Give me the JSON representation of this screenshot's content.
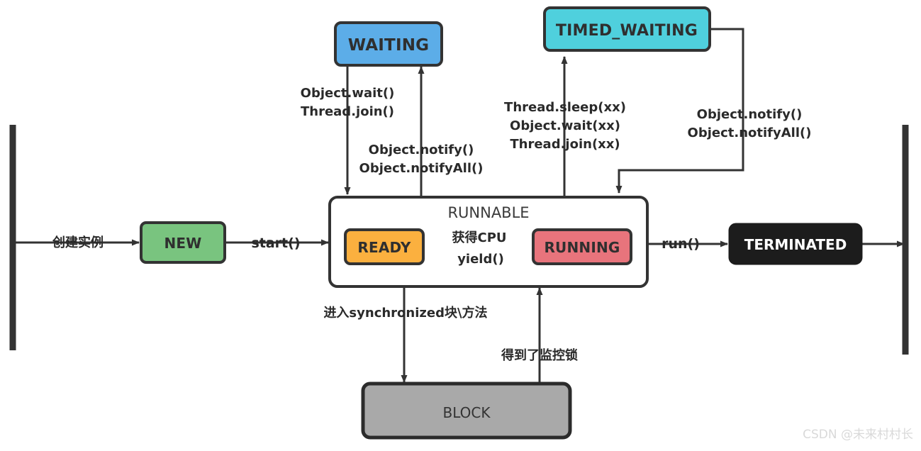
{
  "diagram": {
    "title": "Java Thread State Transition Diagram",
    "colors": {
      "stroke": "#333333",
      "background": "#ffffff",
      "new": "#79c47f",
      "waiting": "#5cade8",
      "timed_waiting": "#4fd0dd",
      "ready": "#fbb03f",
      "running": "#e8747c",
      "block": "#a9a9a9",
      "terminated": "#1c1c1c",
      "terminated_text": "#ffffff",
      "node_text": "#2f2f2f",
      "edge_text": "#2a2a2a",
      "watermark": "#d9d9d9"
    },
    "nodes": [
      {
        "id": "start-bar",
        "label": "",
        "kind": "bar"
      },
      {
        "id": "new",
        "label": "NEW",
        "kind": "state"
      },
      {
        "id": "waiting",
        "label": "WAITING",
        "kind": "state"
      },
      {
        "id": "timed-waiting",
        "label": "TIMED_WAITING",
        "kind": "state"
      },
      {
        "id": "runnable",
        "label": "RUNNABLE",
        "kind": "composite"
      },
      {
        "id": "ready",
        "label": "READY",
        "kind": "state"
      },
      {
        "id": "running",
        "label": "RUNNING",
        "kind": "state"
      },
      {
        "id": "block",
        "label": "BLOCK",
        "kind": "state"
      },
      {
        "id": "terminated",
        "label": "TERMINATED",
        "kind": "state"
      },
      {
        "id": "end-bar",
        "label": "",
        "kind": "bar"
      }
    ],
    "edges": [
      {
        "id": "create-instance",
        "from": "start-bar",
        "to": "new",
        "label": "创建实例"
      },
      {
        "id": "start",
        "from": "new",
        "to": "runnable",
        "label": "start()"
      },
      {
        "id": "to-waiting",
        "from": "runnable",
        "to": "waiting",
        "label_lines": [
          "Object.wait()",
          "Thread.join()"
        ]
      },
      {
        "id": "from-waiting",
        "from": "waiting",
        "to": "runnable",
        "label_lines": [
          "Object.notify()",
          "Object.notifyAll()"
        ]
      },
      {
        "id": "to-timed-waiting",
        "from": "runnable",
        "to": "timed-waiting",
        "label_lines": [
          "Thread.sleep(xx)",
          "Object.wait(xx)",
          "Thread.join(xx)"
        ]
      },
      {
        "id": "from-timed-waiting",
        "from": "timed-waiting",
        "to": "runnable",
        "label_lines": [
          "Object.notify()",
          "Object.notifyAll()"
        ]
      },
      {
        "id": "get-cpu",
        "from": "ready",
        "to": "running",
        "label": "获得CPU"
      },
      {
        "id": "yield",
        "from": "running",
        "to": "ready",
        "label": "yield()"
      },
      {
        "id": "to-block",
        "from": "runnable",
        "to": "block",
        "label": "进入synchronized块\\方法"
      },
      {
        "id": "from-block",
        "from": "block",
        "to": "runnable",
        "label": "得到了监控锁"
      },
      {
        "id": "run",
        "from": "runnable",
        "to": "terminated",
        "label": "run()"
      },
      {
        "id": "to-end",
        "from": "terminated",
        "to": "end-bar",
        "label": ""
      }
    ],
    "labels": {
      "new": "NEW",
      "waiting": "WAITING",
      "timed_waiting": "TIMED_WAITING",
      "runnable": "RUNNABLE",
      "ready": "READY",
      "running": "RUNNING",
      "block": "BLOCK",
      "terminated": "TERMINATED",
      "create_instance": "创建实例",
      "start": "start()",
      "run": "run()",
      "get_cpu": "获得CPU",
      "yield": "yield()",
      "object_wait": "Object.wait()",
      "thread_join": "Thread.join()",
      "object_notify": "Object.notify()",
      "object_notify_all": "Object.notifyAll()",
      "thread_sleep_xx": "Thread.sleep(xx)",
      "object_wait_xx": "Object.wait(xx)",
      "thread_join_xx": "Thread.join(xx)",
      "object_notify_2": "Object.notify()",
      "object_notify_all_2": "Object.notifyAll()",
      "enter_synchronized": "进入synchronized块\\方法",
      "got_monitor_lock": "得到了监控锁"
    },
    "watermark": "CSDN @未来村村长"
  }
}
